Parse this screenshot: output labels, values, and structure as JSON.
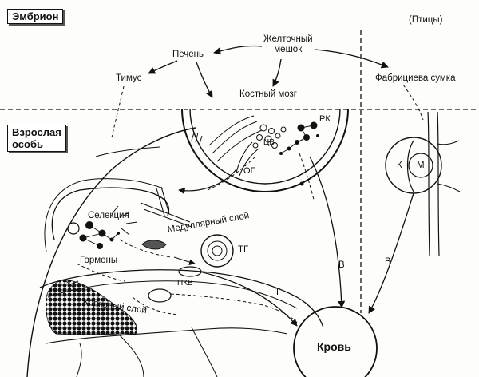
{
  "labels": {
    "embryo": "Эмбрион",
    "birds": "(Птицы)",
    "yolk_sac": "Желточный\nмешок",
    "liver": "Печень",
    "thymus": "Тимус",
    "bursa": "Фабрициева сумка",
    "bone_marrow": "Костный мозг",
    "adult": "Взрослая\nособь",
    "rk": "РК",
    "tsv": "ЦВ",
    "og": "ОГ",
    "selection": "Селекция",
    "medulla": "Медуллярный слой",
    "tg": "ТГ",
    "hormones": "Гормоны",
    "pkv": "ПКВ",
    "cortex": "Корковый слой",
    "k": "К",
    "m": "М",
    "b_left": "В",
    "b_right": "В",
    "t": "Т",
    "blood": "Кровь"
  }
}
